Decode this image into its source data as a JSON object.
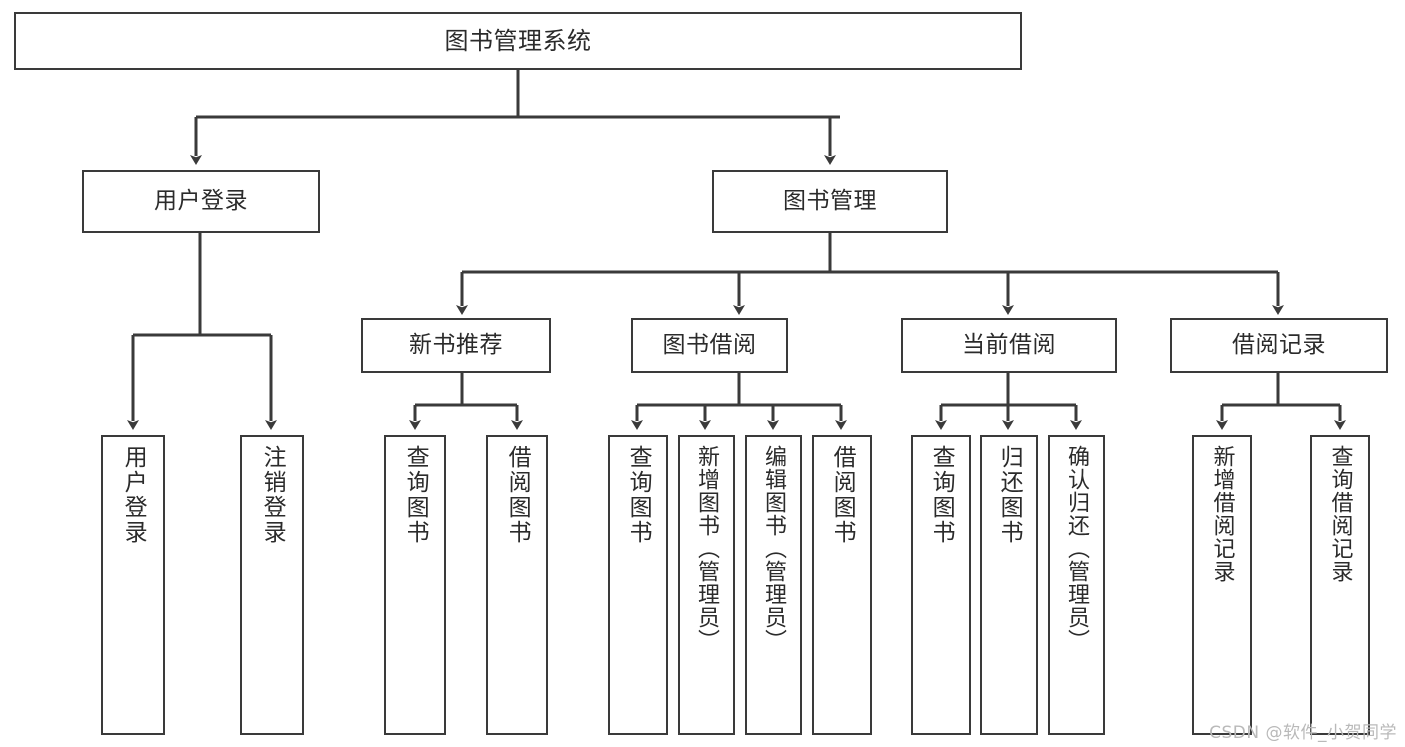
{
  "diagram": {
    "type": "tree",
    "title_node": {
      "id": "root",
      "label": "图书管理系统"
    },
    "level1": [
      {
        "id": "user-login",
        "label": "用户登录"
      },
      {
        "id": "book-manage",
        "label": "图书管理"
      }
    ],
    "level2": [
      {
        "id": "new-book-rec",
        "label": "新书推荐",
        "parent": "book-manage"
      },
      {
        "id": "book-borrow",
        "label": "图书借阅",
        "parent": "book-manage"
      },
      {
        "id": "current-borrow",
        "label": "当前借阅",
        "parent": "book-manage"
      },
      {
        "id": "borrow-record",
        "label": "借阅记录",
        "parent": "book-manage"
      }
    ],
    "leaves": [
      {
        "id": "leaf-user-login",
        "label": "用户登录",
        "parent": "user-login"
      },
      {
        "id": "leaf-logout",
        "label": "注销登录",
        "parent": "user-login"
      },
      {
        "id": "leaf-query-book-1",
        "label": "查询图书",
        "parent": "new-book-rec"
      },
      {
        "id": "leaf-borrow-book-1",
        "label": "借阅图书",
        "parent": "new-book-rec"
      },
      {
        "id": "leaf-query-book-2",
        "label": "查询图书",
        "parent": "book-borrow"
      },
      {
        "id": "leaf-add-book",
        "label": "新增图书（管理员）",
        "parent": "book-borrow"
      },
      {
        "id": "leaf-edit-book",
        "label": "编辑图书（管理员）",
        "parent": "book-borrow"
      },
      {
        "id": "leaf-borrow-book-2",
        "label": "借阅图书",
        "parent": "book-borrow"
      },
      {
        "id": "leaf-query-book-3",
        "label": "查询图书",
        "parent": "current-borrow"
      },
      {
        "id": "leaf-return-book",
        "label": "归还图书",
        "parent": "current-borrow"
      },
      {
        "id": "leaf-confirm-return",
        "label": "确认归还（管理员）",
        "parent": "current-borrow"
      },
      {
        "id": "leaf-add-record",
        "label": "新增借阅记录",
        "parent": "borrow-record"
      },
      {
        "id": "leaf-query-record",
        "label": "查询借阅记录",
        "parent": "borrow-record"
      }
    ],
    "colors": {
      "border": "#3a3a3a",
      "text": "#2b2b2b",
      "background": "#ffffff",
      "watermark": "#b9b9b9"
    }
  },
  "watermark": {
    "text": "CSDN @软件_小贺同学"
  }
}
